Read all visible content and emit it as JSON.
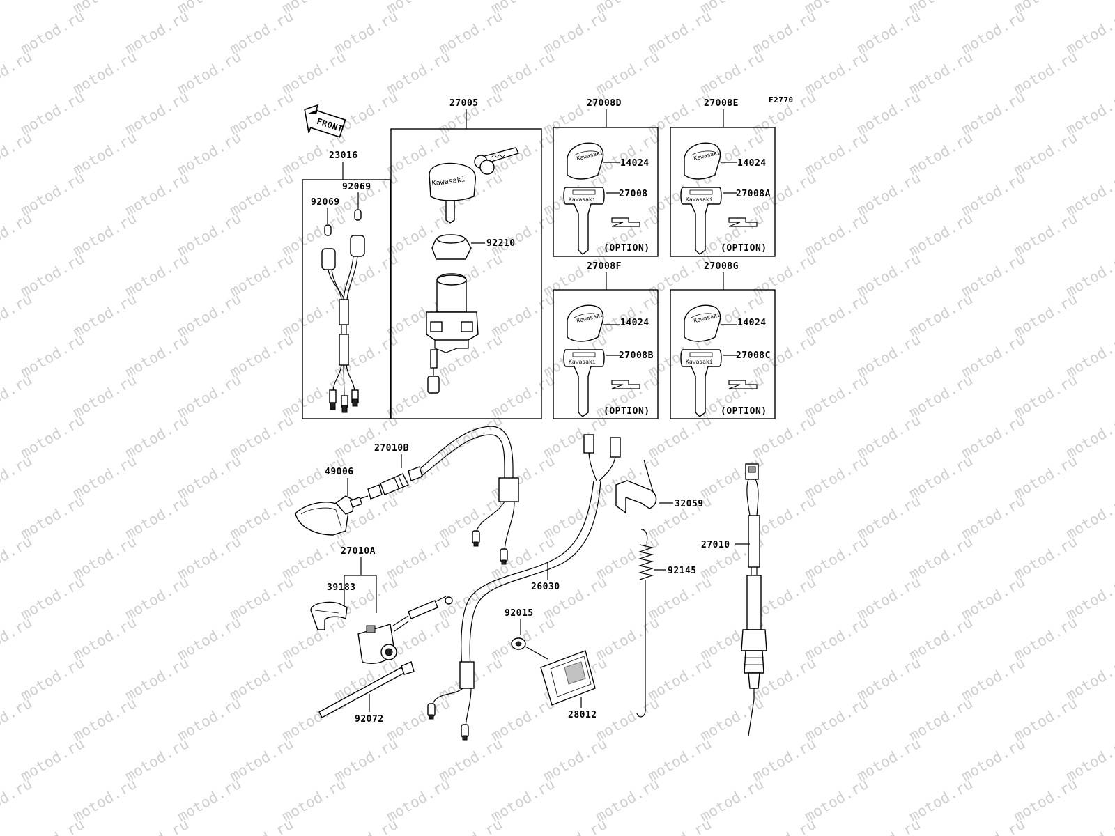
{
  "watermark": {
    "text": "motod.ru"
  },
  "figure_code": "F2770",
  "front_label": "FRONT",
  "option_label": "(OPTION)",
  "brand_on_key": "Kawasaki",
  "groups": {
    "harness_23016": "23016",
    "switch_27005": "27005",
    "keyset_d": "27008D",
    "keyset_e": "27008E",
    "keyset_f": "27008F",
    "keyset_g": "27008G",
    "switch_27010A": "27010A"
  },
  "parts": {
    "p92069a": "92069",
    "p92069b": "92069",
    "p92210": "92210",
    "p14024_d": "14024",
    "p27008": "27008",
    "p14024_e": "14024",
    "p27008a": "27008A",
    "p14024_f": "14024",
    "p27008b": "27008B",
    "p14024_g": "14024",
    "p27008c": "27008C",
    "p27010b": "27010B",
    "p49006": "49006",
    "p32059": "32059",
    "p27010": "27010",
    "p92145": "92145",
    "p26030": "26030",
    "p39183": "39183",
    "p92015": "92015",
    "p28012": "28012",
    "p92072": "92072"
  }
}
